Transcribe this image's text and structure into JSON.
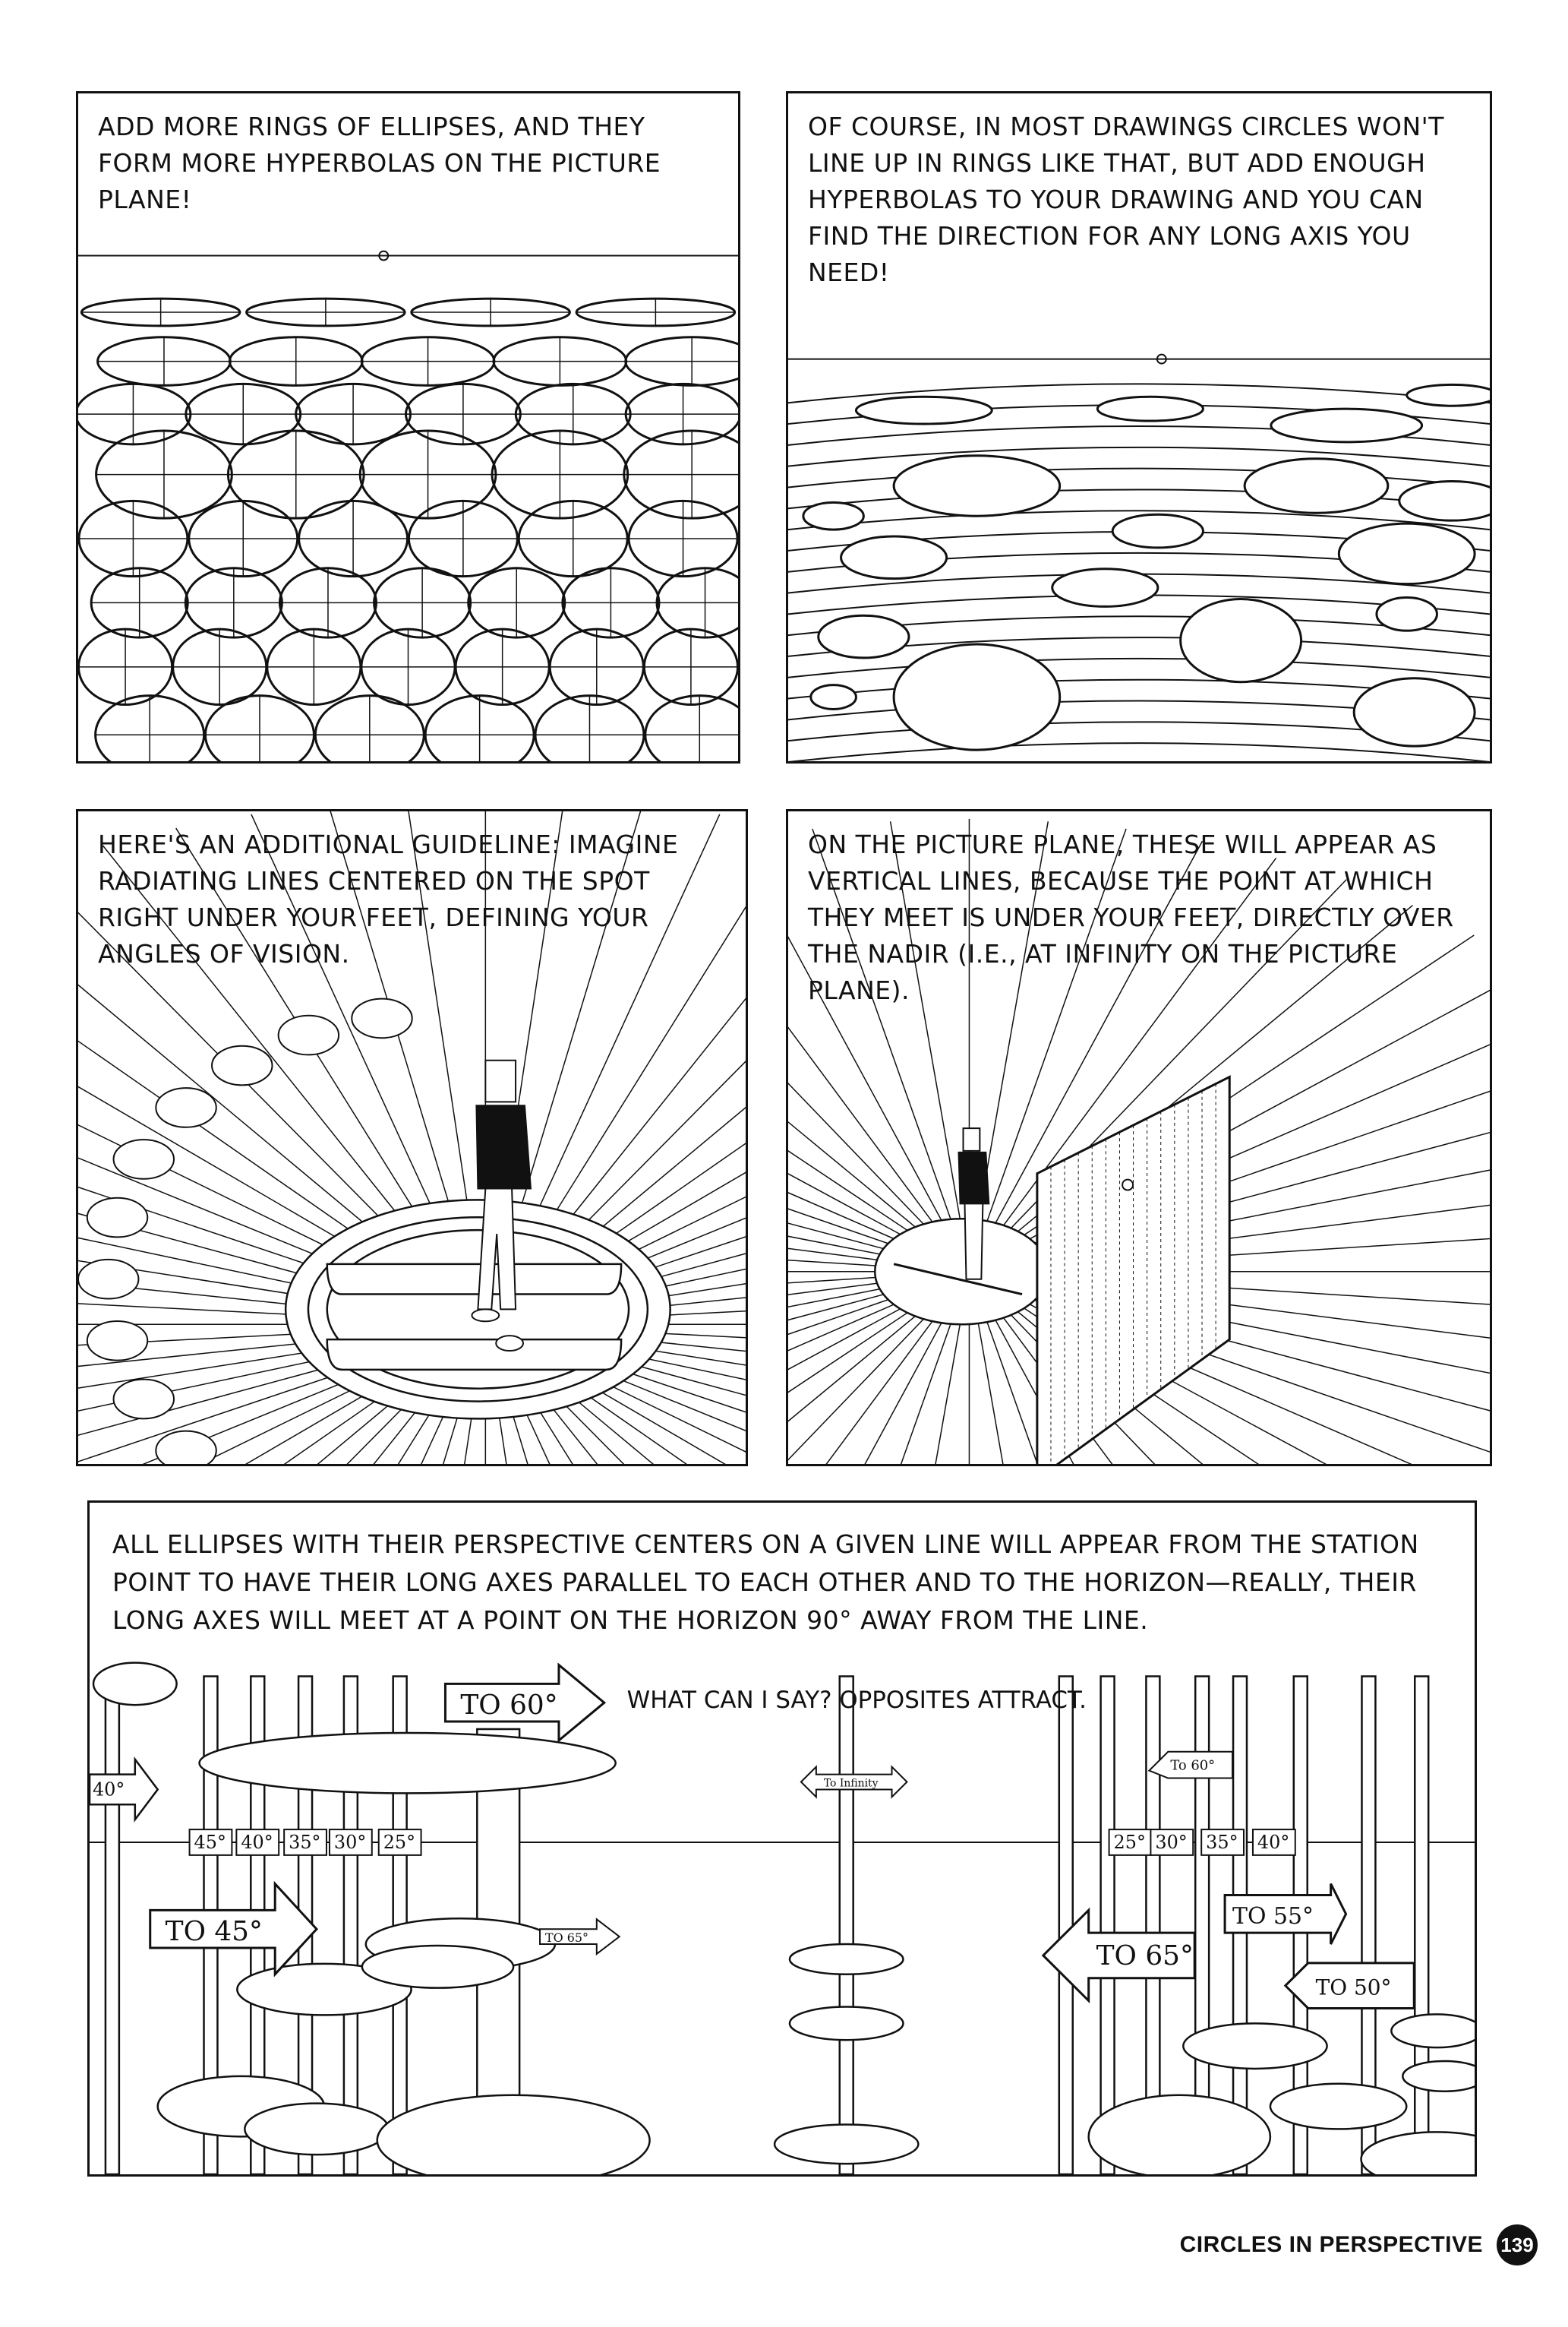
{
  "panels": {
    "p1": {
      "caption": "ADD MORE RINGS OF ELLIPSES, AND THEY FORM MORE HYPERBOLAS ON THE PICTURE PLANE!"
    },
    "p2": {
      "caption": "OF COURSE, IN MOST DRAWINGS CIRCLES WON'T LINE UP IN RINGS LIKE THAT, BUT ADD ENOUGH HYPERBOLAS TO YOUR DRAWING AND YOU CAN FIND THE DIRECTION FOR ANY LONG AXIS YOU NEED!"
    },
    "p3": {
      "caption": "HERE'S AN ADDITIONAL GUIDELINE: IMAGINE RADIATING LINES CENTERED ON THE SPOT RIGHT UNDER YOUR FEET, DEFINING YOUR ANGLES OF VISION."
    },
    "p4": {
      "caption": "ON THE PICTURE PLANE, THESE WILL APPEAR AS VERTICAL LINES, BECAUSE THE POINT AT WHICH THEY MEET IS UNDER YOUR FEET, DIRECTLY OVER THE NADIR (I.E., AT INFINITY ON THE PICTURE PLANE)."
    },
    "p5": {
      "caption": "ALL ELLIPSES WITH THEIR PERSPECTIVE CENTERS ON A GIVEN LINE WILL APPEAR FROM THE STATION POINT TO HAVE THEIR LONG AXES PARALLEL TO EACH OTHER AND TO THE HORIZON—REALLY, THEIR LONG AXES WILL MEET AT A POINT ON THE HORIZON 90° AWAY FROM THE LINE.",
      "speech": "WHAT CAN I SAY? OPPOSITES ATTRACT.",
      "signs": {
        "to60": "TO 60°",
        "to45": "TO 45°",
        "to65_small": "TO 65°",
        "infinity": "To Infinity",
        "to60_right": "To 60°",
        "to65": "TO 65°",
        "to55": "TO 55°",
        "to50": "TO 50°",
        "edge40": "40°"
      },
      "degrees_left": [
        "45°",
        "40°",
        "35°",
        "30°",
        "25°"
      ],
      "degrees_right": [
        "25°",
        "30°",
        "35°",
        "40°"
      ]
    }
  },
  "footer": {
    "title": "CIRCLES IN PERSPECTIVE",
    "page_number": "139"
  }
}
